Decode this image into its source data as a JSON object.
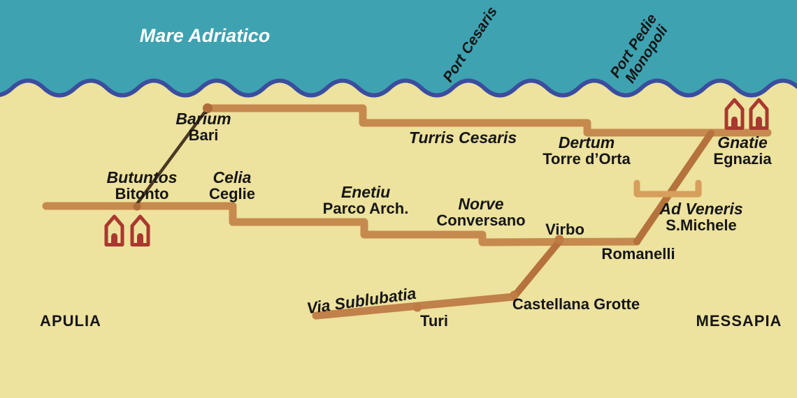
{
  "sea": {
    "label": "Mare Adriatico"
  },
  "ports": {
    "cesaris": "Port Cesaris",
    "pedie_line1": "Port Pedie",
    "pedie_line2": "Monopoli"
  },
  "places": [
    {
      "latin": "Barium",
      "modern": "Bari"
    },
    {
      "latin": "Butuntos",
      "modern": "Bitonto"
    },
    {
      "latin": "Celia",
      "modern": "Ceglie"
    },
    {
      "latin": "Turris Cesaris"
    },
    {
      "latin": "Dertum",
      "modern": "Torre d’Orta"
    },
    {
      "latin": "Gnatie",
      "modern": "Egnazia"
    },
    {
      "latin": "Enetiu",
      "modern": "Parco Arch."
    },
    {
      "latin": "Norve",
      "modern": "Conversano"
    },
    {
      "modern": "Virbo"
    },
    {
      "latin": "Ad Veneris",
      "modern": "S.Michele"
    },
    {
      "modern": "Romanelli"
    },
    {
      "latin": "Via Sublubatia"
    },
    {
      "modern": "Turi"
    },
    {
      "modern": "Castellana Grotte"
    }
  ],
  "regions": {
    "west": "APULIA",
    "east": "MESSAPIA"
  },
  "icons": {
    "settlement": "house-icon"
  },
  "colors": {
    "sea": "#3EA2B1",
    "land": "#EDE29E",
    "wave_line": "#3A4D9E",
    "road_main": "#C68A4E",
    "road_dark": "#B5723C",
    "road_light": "#D79E5C",
    "road_south": "#C1814A",
    "track_line": "#4A3823",
    "house": "#A9382F",
    "text": "#161616",
    "sea_text": "#FFFFFF"
  }
}
